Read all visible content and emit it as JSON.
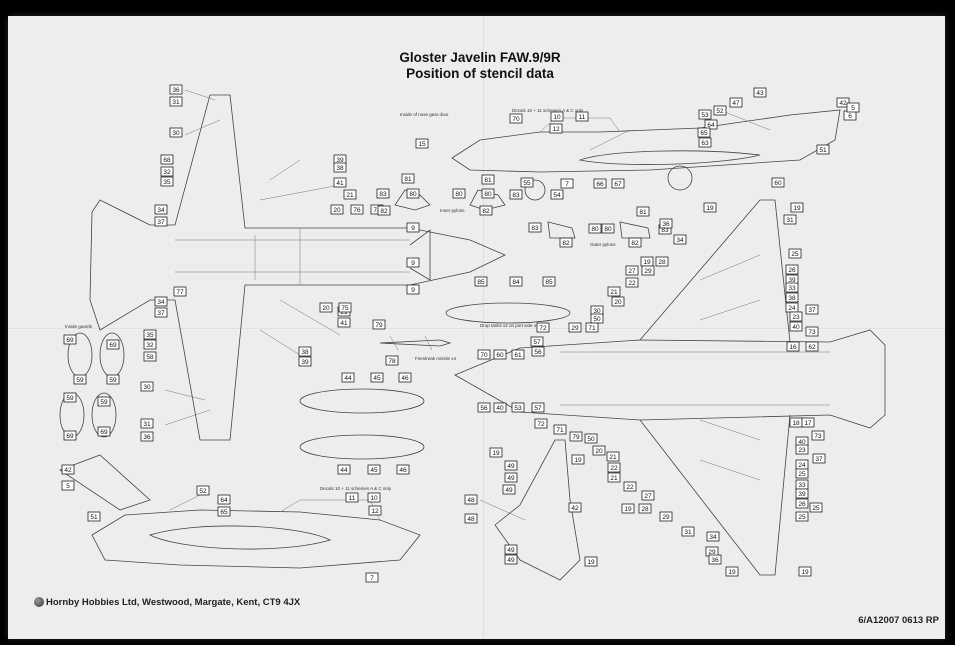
{
  "sheet": {
    "title_line1": "Gloster Javelin FAW.9/9R",
    "title_line2": "Position of stencil data",
    "footer_left": "Hornby Hobbies Ltd, Westwood, Margate, Kent, CT9 4JX",
    "footer_right": "6/A12007 0613 RP"
  },
  "captions": {
    "decals_top": "Decals 10 + 11 schemes A & C only",
    "decals_bottom": "Decals 10 + 11 schemes A & C only",
    "inner_pylons": "Inner pylons",
    "outer_pylons": "Outer pylons",
    "inside_nose_gear": "Inside of nose gear door",
    "drop_tanks": "Drop tanks x2 on port side only",
    "firestreak": "Firestreak missile x4",
    "inside_guards": "Inside guards"
  }
}
